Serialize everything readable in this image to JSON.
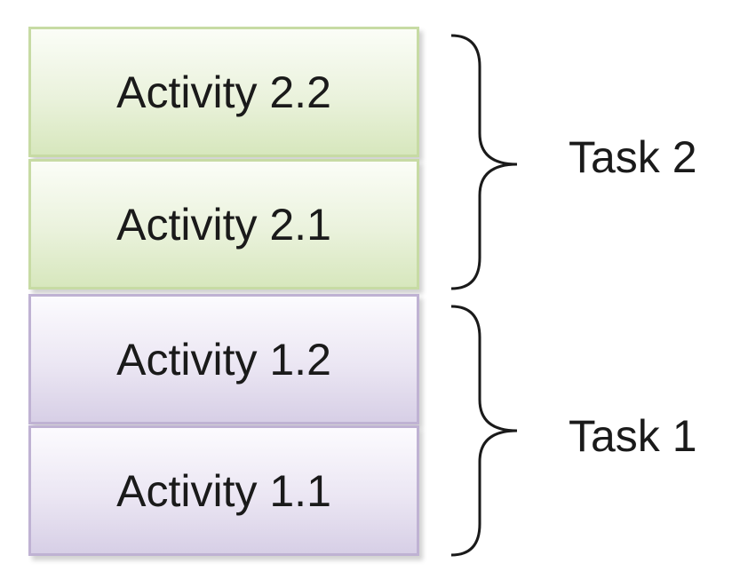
{
  "activities": [
    {
      "label": "Activity 2.2",
      "task": "Task 2",
      "color": "#d7e7bd"
    },
    {
      "label": "Activity 2.1",
      "task": "Task 2",
      "color": "#d7e7bd"
    },
    {
      "label": "Activity 1.2",
      "task": "Task 1",
      "color": "#d7cfe6"
    },
    {
      "label": "Activity 1.1",
      "task": "Task 1",
      "color": "#d7cfe6"
    }
  ],
  "tasks": [
    {
      "label": "Task 2"
    },
    {
      "label": "Task 1"
    }
  ]
}
